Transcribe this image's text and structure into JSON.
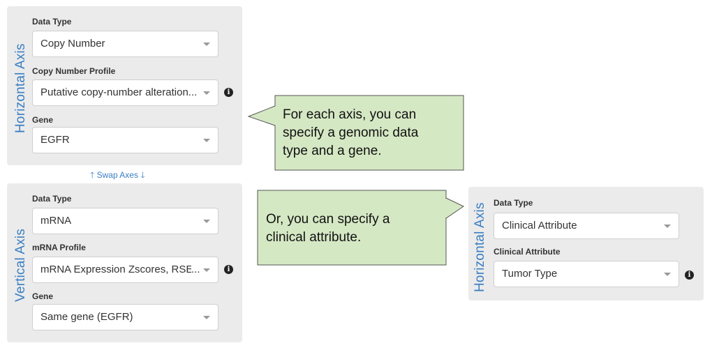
{
  "top_panel": {
    "axis_label": "Horizontal Axis",
    "data_type": {
      "label": "Data Type",
      "value": "Copy Number"
    },
    "profile": {
      "label": "Copy Number Profile",
      "value": "Putative copy-number alteration",
      "ellipsis": "..."
    },
    "gene": {
      "label": "Gene",
      "value": "EGFR"
    }
  },
  "swap_axes": {
    "up_arrow": "🡑",
    "label": "Swap Axes",
    "down_arrow": "🡓"
  },
  "bottom_panel": {
    "axis_label": "Vertical Axis",
    "data_type": {
      "label": "Data Type",
      "value": "mRNA"
    },
    "profile": {
      "label": "mRNA Profile",
      "value": "mRNA Expression Zscores, RSE",
      "ellipsis": "..."
    },
    "gene": {
      "label": "Gene",
      "value": "Same gene (EGFR)"
    }
  },
  "right_panel": {
    "axis_label": "Horizontal Axis",
    "data_type": {
      "label": "Data Type",
      "value": "Clinical Attribute"
    },
    "attribute": {
      "label": "Clinical Attribute",
      "value": "Tumor Type"
    }
  },
  "info_icon_glyph": "i",
  "callout_top": {
    "line1": "For each axis, you can",
    "line2": "specify a genomic data",
    "line3": "type and a gene."
  },
  "callout_bottom": {
    "line1": "Or, you can specify a",
    "line2": "clinical attribute."
  },
  "colors": {
    "panel_bg": "#ebebeb",
    "axis_blue": "#3a7ec3",
    "callout_fill": "#d5e8c4",
    "callout_stroke": "#555555"
  }
}
